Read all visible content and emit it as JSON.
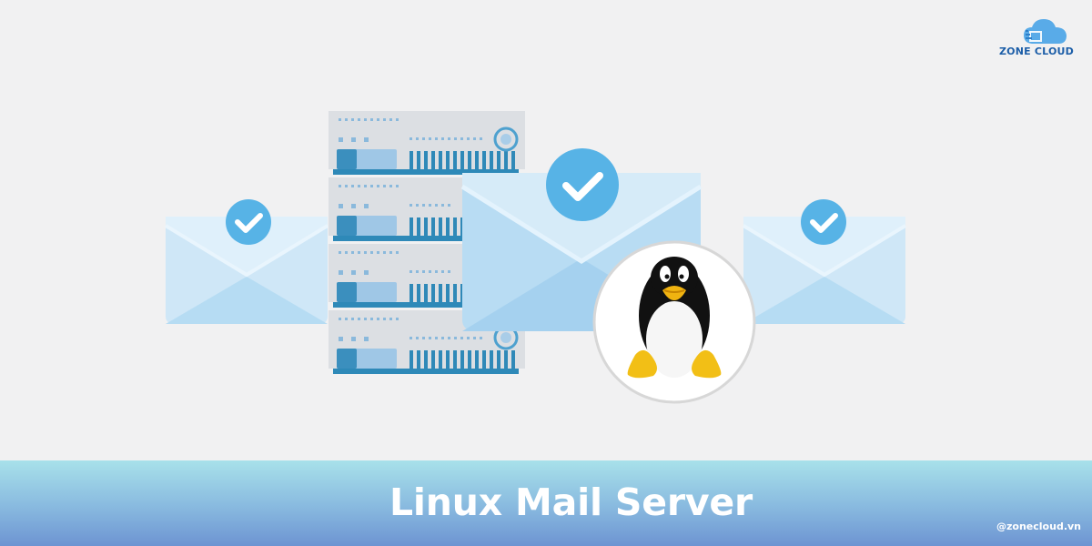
{
  "banner": {
    "title": "Linux Mail Server"
  },
  "brand": {
    "logo_text": "ZONE CLOUD",
    "handle": "@zonecloud.vn"
  },
  "illustration": {
    "icons": [
      "server-rack-icon",
      "mail-envelope-icon",
      "check-icon",
      "tux-penguin-icon",
      "cloud-logo-icon"
    ],
    "colors": {
      "background": "#f1f1f2",
      "envelope": "#cfe6f6",
      "envelope_main": "#b7ddf3",
      "check_badge": "#57b3e6",
      "server_panel": "#d9dde2",
      "server_accent": "#2f89b8",
      "band_top": "#a8e1ea",
      "band_bottom": "#6d94d2",
      "tux_yellow": "#f2bf16"
    }
  }
}
